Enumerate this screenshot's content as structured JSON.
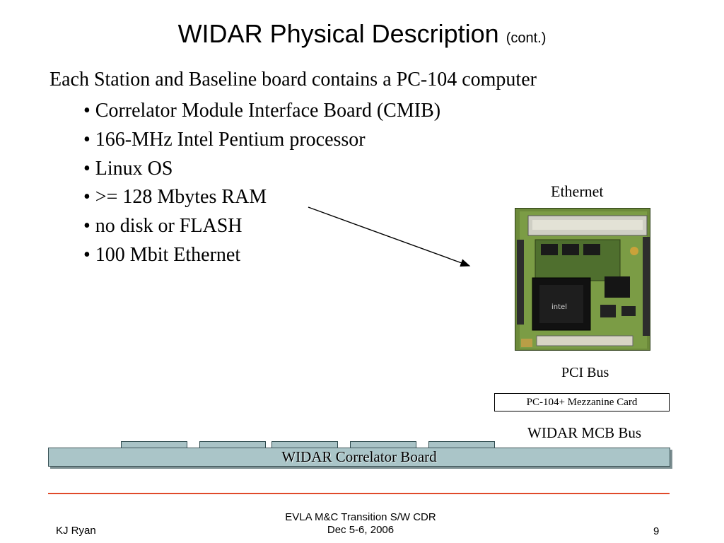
{
  "slide": {
    "title": "WIDAR Physical Description",
    "title_suffix": "(cont.)",
    "lead": "Each Station and Baseline board contains a PC-104 computer",
    "bullets": [
      "• Correlator Module Interface Board (CMIB)",
      "• 166-MHz Intel Pentium processor",
      "• Linux OS",
      "• >= 128 Mbytes RAM",
      "• no disk or FLASH",
      "• 100 Mbit Ethernet"
    ]
  },
  "diagram": {
    "ethernet_label": "Ethernet",
    "pci_bus_label": "PCI Bus",
    "mezzanine_card_label": "PC-104+ Mezzanine Card",
    "mcb_bus_label": "WIDAR MCB Bus",
    "correlator_board_label": "WIDAR Correlator Board",
    "slot_count": 5
  },
  "footer": {
    "author": "KJ Ryan",
    "event_line1": "EVLA M&C Transition S/W CDR",
    "event_line2": "Dec 5-6, 2006",
    "page_number": "9"
  },
  "colors": {
    "board_fill": "#aac5c8",
    "footer_rule": "#e04a2a",
    "pcb_green": "#6f8f3f"
  }
}
